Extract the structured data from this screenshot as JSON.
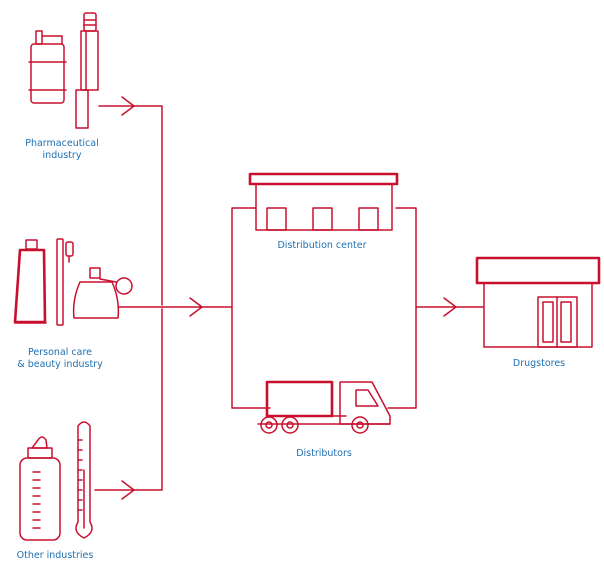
{
  "colors": {
    "line": "#c8102e",
    "label_text": "#1f6fb0",
    "background": "#ffffff"
  },
  "sources": {
    "pharmaceutical": {
      "line1": "Pharmaceutical",
      "line2": "industry",
      "icon": "pharmaceutical-plant-icon"
    },
    "personal_care": {
      "line1": "Personal care",
      "line2": "& beauty industry",
      "icon": "cosmetics-icon"
    },
    "other": {
      "line1": "Other industries",
      "icon": "baby-bottle-thermometer-icon"
    }
  },
  "hubs": {
    "distribution_center": {
      "label": "Distribution center",
      "icon": "warehouse-icon"
    },
    "distributors": {
      "label": "Distributors",
      "icon": "truck-icon"
    }
  },
  "destination": {
    "label": "Drugstores",
    "icon": "store-icon"
  }
}
